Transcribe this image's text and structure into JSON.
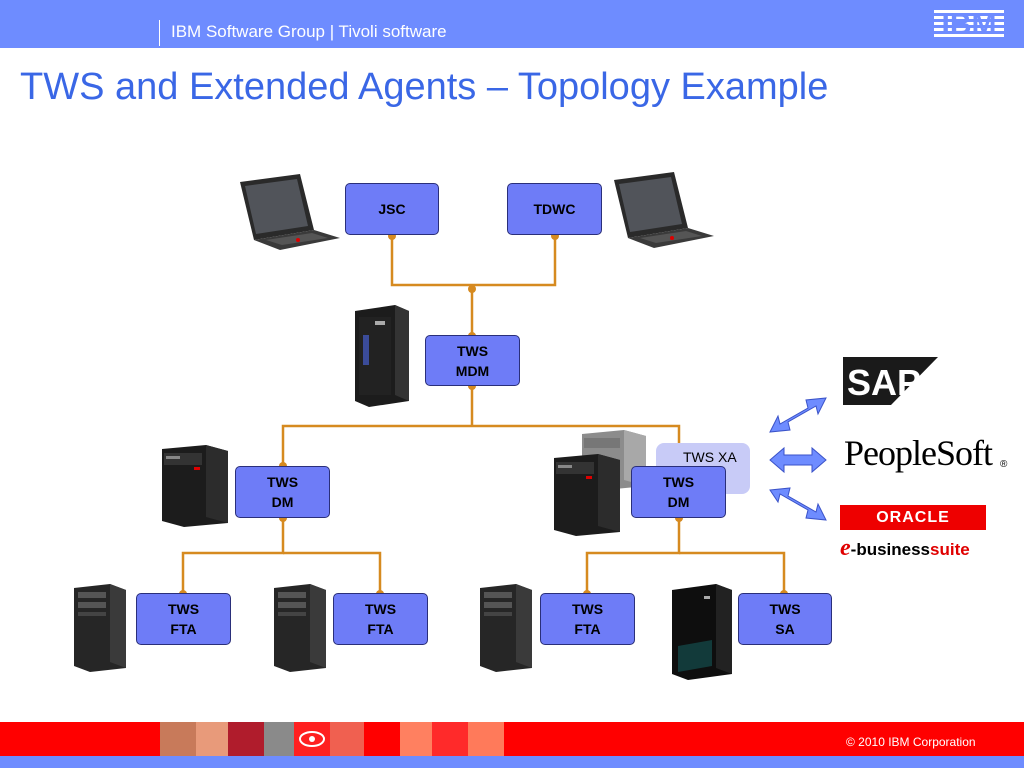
{
  "header": {
    "title": "IBM Software Group | Tivoli software",
    "logo": "IBM"
  },
  "slide": {
    "title": "TWS and Extended Agents – Topology Example"
  },
  "diagram": {
    "nodes": {
      "jsc": "JSC",
      "tdwc": "TDWC",
      "mdm": [
        "TWS",
        "MDM"
      ],
      "dm_left": [
        "TWS",
        "DM"
      ],
      "dm_right": [
        "TWS",
        "DM"
      ],
      "fta_1": [
        "TWS",
        "FTA"
      ],
      "fta_2": [
        "TWS",
        "FTA"
      ],
      "fta_3": [
        "TWS",
        "FTA"
      ],
      "sa": [
        "TWS",
        "SA"
      ]
    },
    "xa_label": "TWS XA",
    "colors": {
      "node_fill": "#6e7cf7",
      "connector": "#d68a20",
      "arrow": "#6e8cff"
    },
    "icons": [
      "laptop-icon",
      "tower-server-icon",
      "rack-server-icon",
      "desktop-tower-icon",
      "double-arrow-icon"
    ]
  },
  "logos": {
    "sap": "SAP",
    "peoplesoft": "PeopleSoft",
    "peoplesoft_mark": "®",
    "oracle": "ORACLE",
    "ebs_e": "e",
    "ebs_business": "-business",
    "ebs_suite": "suite"
  },
  "footer": {
    "copyright": "© 2010 IBM Corporation"
  }
}
